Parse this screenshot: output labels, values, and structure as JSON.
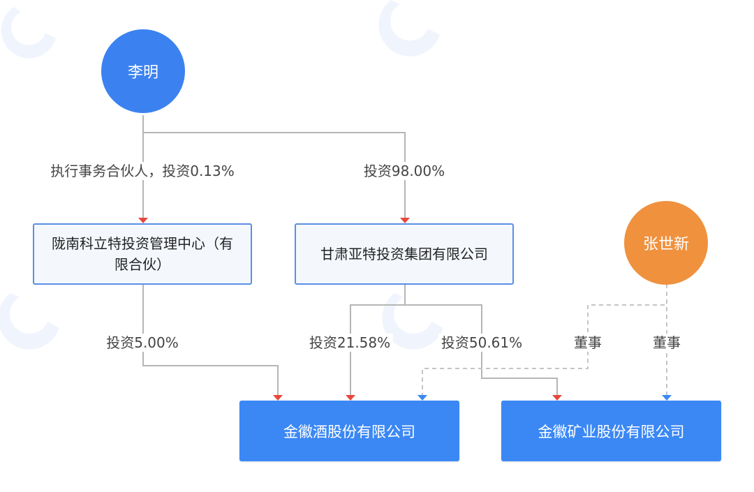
{
  "nodes": {
    "li_ming": "李明",
    "zhang_shixin": "张世新",
    "longnan": "陇南科立特投资管理中心（有限合伙）",
    "gansu_yate": "甘肃亚特投资集团有限公司",
    "jinhui_jiu": "金徽酒股份有限公司",
    "jinhui_kuangye": "金徽矿业股份有限公司"
  },
  "edges": {
    "li_to_longnan": "执行事务合伙人，投资0.13%",
    "li_to_yate": "投资98.00%",
    "longnan_to_jiu": "投资5.00%",
    "yate_to_jiu": "投资21.58%",
    "yate_to_kuangye": "投资50.61%",
    "zhang_to_jiu": "董事",
    "zhang_to_kuangye": "董事"
  },
  "colors": {
    "person_blue": "#3b82f0",
    "person_orange": "#f0913e",
    "invest_arrow": "#e8473d",
    "director_arrow": "#3b88f5",
    "line": "#b5b5b5",
    "dark_box": "#3b88f5"
  },
  "watermark_brand": "TianYanCha.com"
}
